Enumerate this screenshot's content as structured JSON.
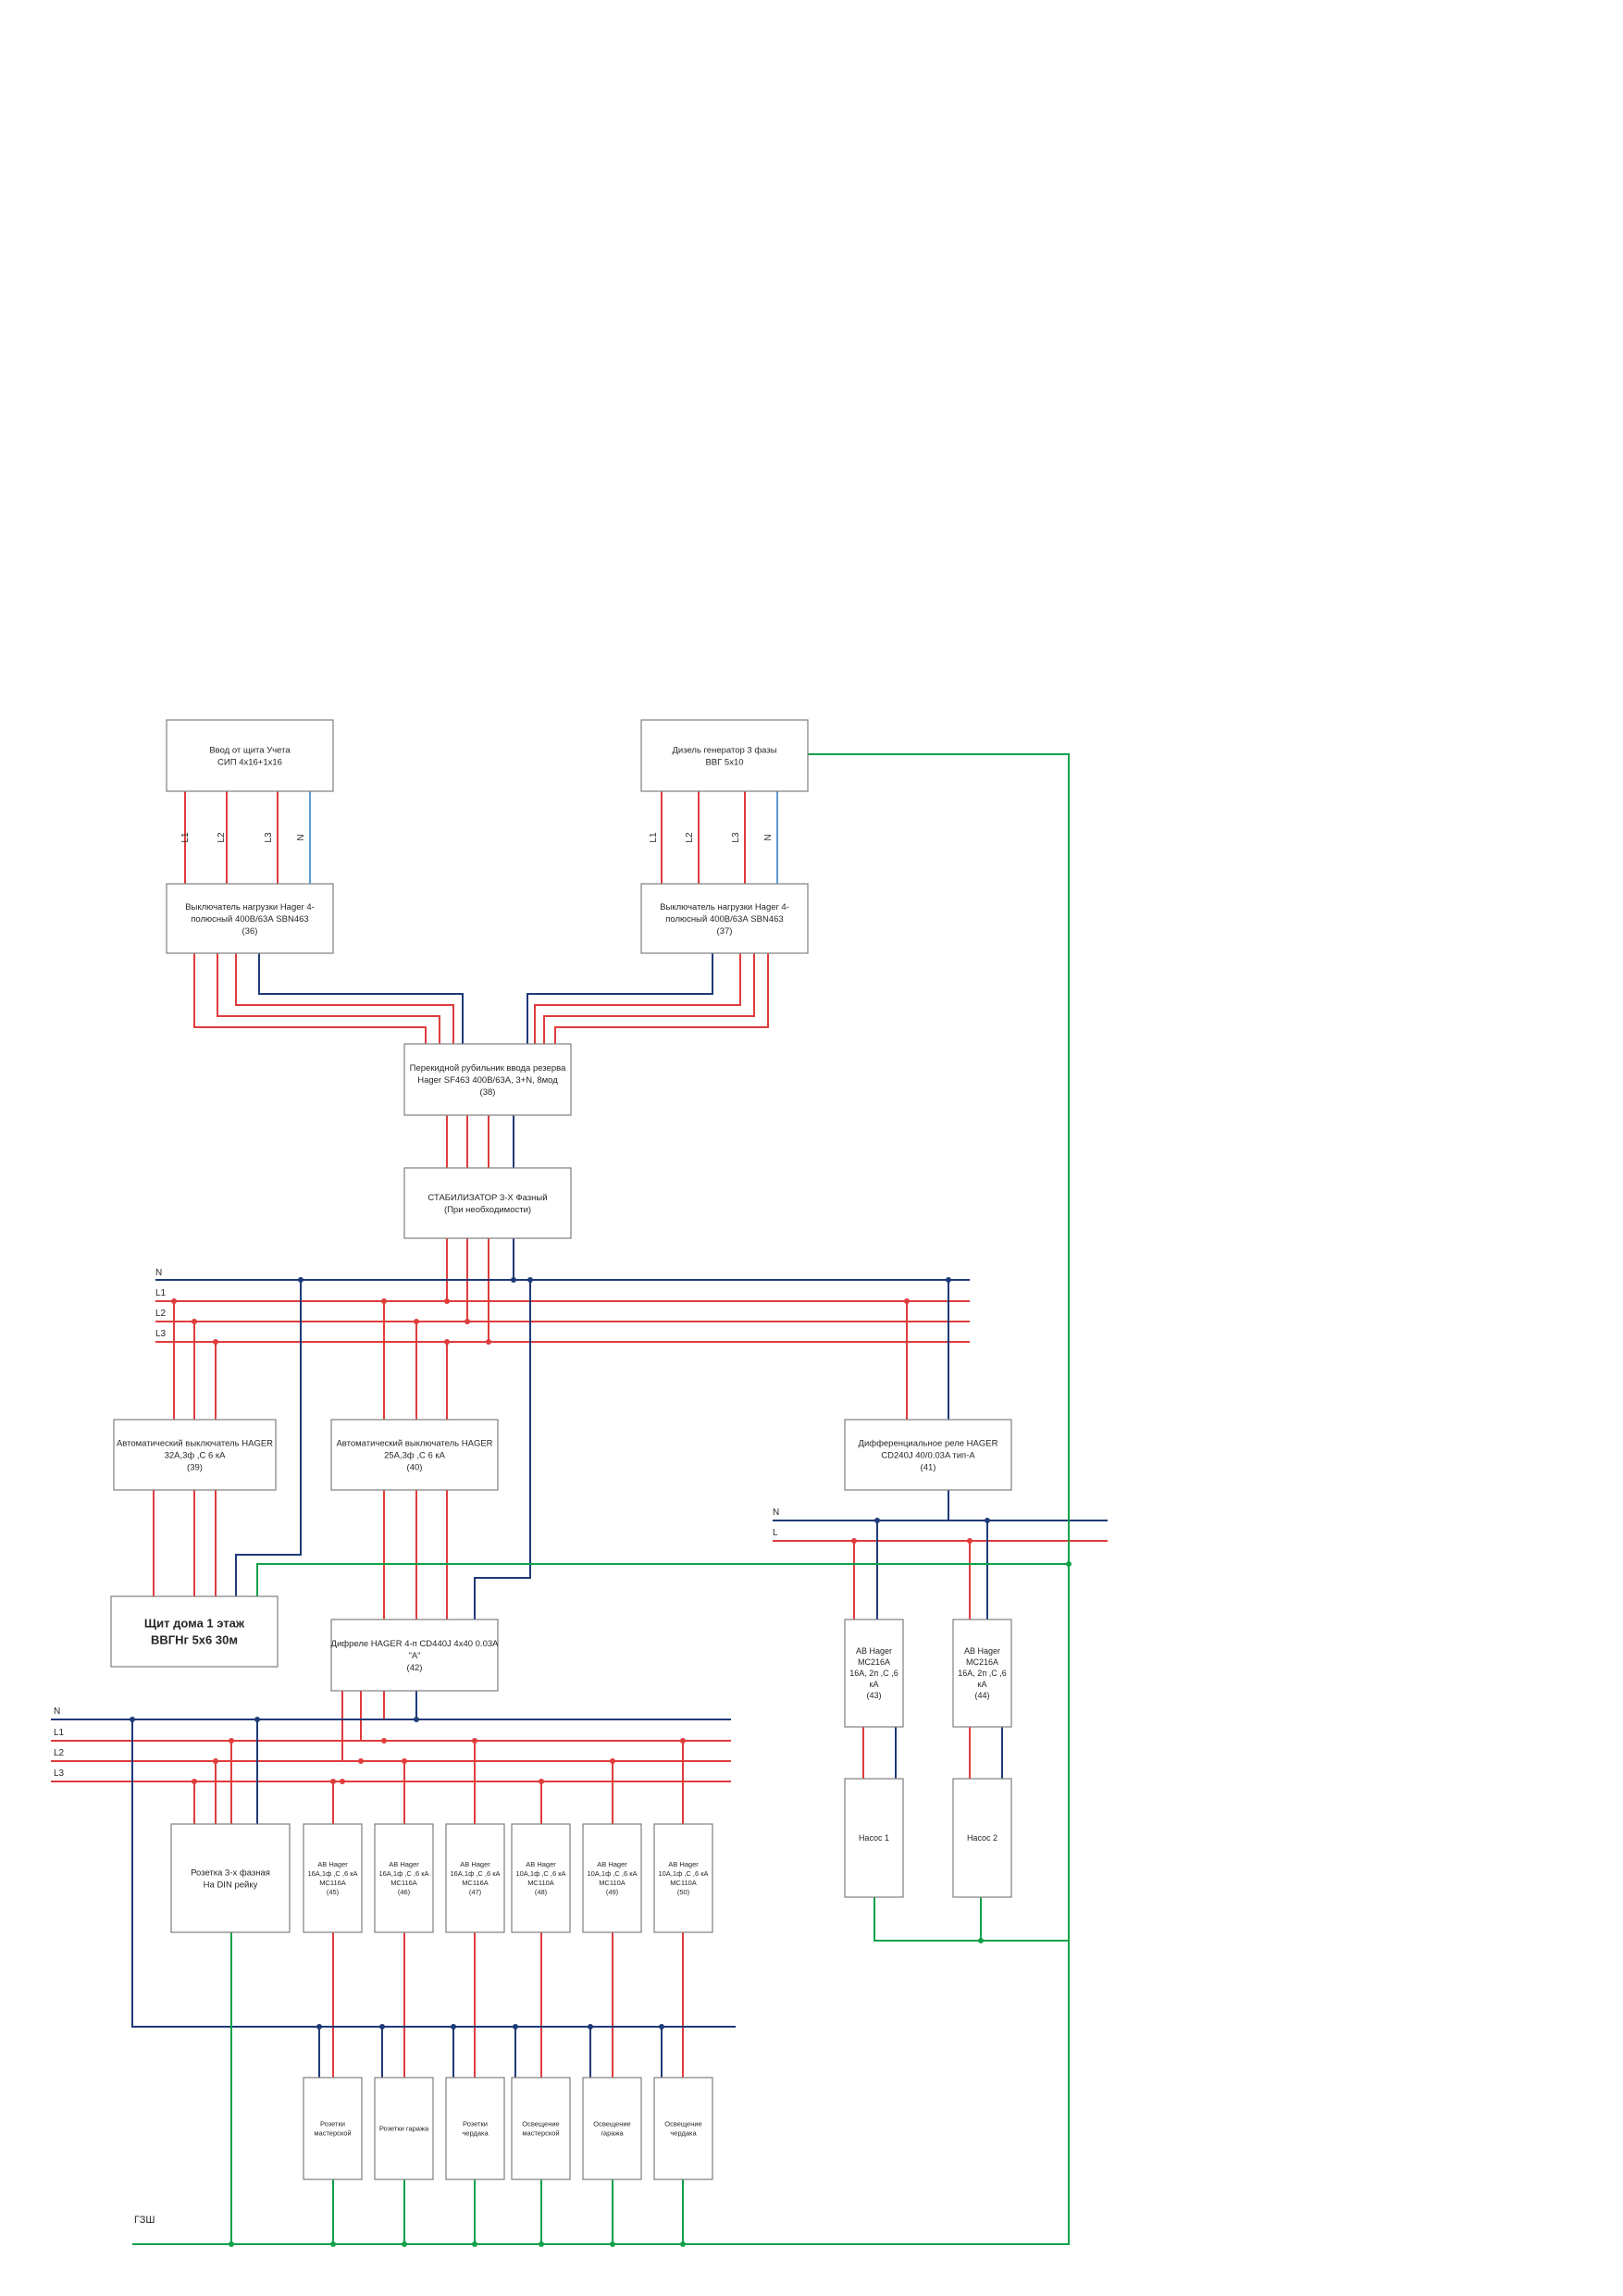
{
  "diagram": {
    "colors": {
      "phase": "#e03c3c",
      "neutral": "#1f3a78",
      "ground": "#11a14a",
      "neutral_light": "#5b9bd5",
      "highlight_text": "#e00000",
      "box_border": "#7f7f7f"
    },
    "boxes": {
      "input_meter": [
        "Ввод от щита Учета",
        "СИП 4х16+1х16"
      ],
      "generator": [
        "Дизель генератор 3 фазы",
        "ВВГ 5х10"
      ],
      "switch36": [
        "Выключатель нагрузки Hager 4-",
        "полюсный 400В/63А SBN463",
        "(36)"
      ],
      "switch37": [
        "Выключатель нагрузки Hager 4-",
        "полюсный 400В/63А SBN463",
        "(37)"
      ],
      "transfer38": [
        "Перекидной рубильник ввода резерва",
        "Hager SF463 400В/63А, 3+N, 8мод",
        "(38)"
      ],
      "stabilizer": [
        "СТАБИЛИЗАТОР 3-Х Фазный",
        "(При необходимости)"
      ],
      "breaker39": [
        "Автоматический выключатель HAGER",
        "32А,3ф ,С 6 кА",
        "(39)"
      ],
      "breaker40": [
        "Автоматический выключатель HAGER",
        "25А,3ф ,С 6 кА",
        "(40)"
      ],
      "rcd41": [
        "Дифференциальное реле HAGER",
        "CD240J 40/0.03A тип-А",
        "(41)"
      ],
      "panel_floor1": [
        "Щит дома 1 этаж",
        "ВВГНг 5х6 30м"
      ],
      "rcd42": [
        "Дифреле HAGER 4-п CD440J 4х40 0.03А",
        "\"А\"",
        "(42)"
      ],
      "ab43": [
        "АВ Hager",
        "MC216A",
        "16А, 2п ,С ,6",
        "кА",
        "(43)"
      ],
      "ab44": [
        "АВ Hager",
        "MC216A",
        "16А, 2п ,С ,6",
        "кА",
        "(44)"
      ],
      "pump1": [
        "Насос 1"
      ],
      "pump2": [
        "Насос 2"
      ],
      "socket3ph": [
        "Розетка 3-х фазная",
        "На DIN рейку"
      ],
      "ab45": [
        "АВ Hager",
        "16А,1ф ,С ,6 кА",
        "MC116A",
        "(45)"
      ],
      "ab46": [
        "АВ Hager",
        "16А,1ф ,С ,6 кА",
        "MC116A",
        "(46)"
      ],
      "ab47": [
        "АВ Hager",
        "16А,1ф ,С ,6 кА",
        "MC116A",
        "(47)"
      ],
      "ab48": [
        "АВ Hager",
        "10А,1ф ,С ,6 кА",
        "MC110A",
        "(48)"
      ],
      "ab49": [
        "АВ Hager",
        "10А,1ф ,С ,6 кА",
        "MC110A",
        "(49)"
      ],
      "ab50": [
        "АВ Hager",
        "10А,1ф ,С ,6 кА",
        "MC110A",
        "(50)"
      ],
      "load_sockets_workshop": [
        "Розетки",
        "мастерской"
      ],
      "load_sockets_garage": [
        "Розетки гаража"
      ],
      "load_sockets_attic": [
        "Розетки",
        "чердака"
      ],
      "load_light_workshop": [
        "Освещение",
        "мастерской"
      ],
      "load_light_garage": [
        "Освещение",
        "гаража"
      ],
      "load_light_attic": [
        "Освещение",
        "чердака"
      ]
    },
    "wire_labels": {
      "L1": "L1",
      "L2": "L2",
      "L3": "L3",
      "N": "N",
      "L": "L"
    },
    "ground_bus_label": "ГЗШ"
  }
}
